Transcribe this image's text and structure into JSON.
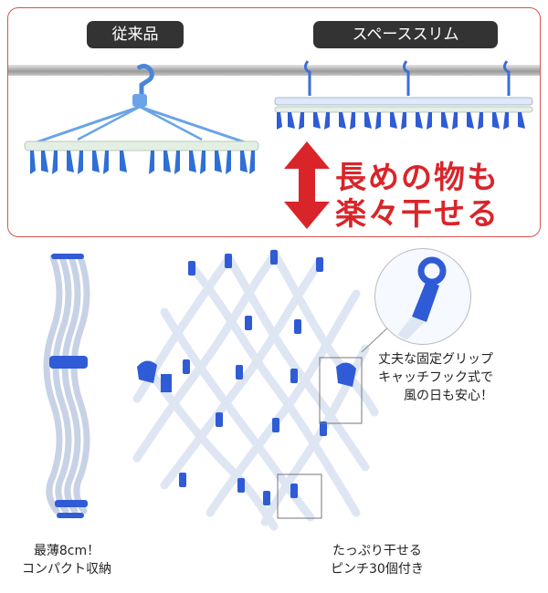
{
  "labels": {
    "conventional": "従来品",
    "space_slim": "スペーススリム"
  },
  "headline": {
    "line1": "長めの物も",
    "line2": "楽々干せる"
  },
  "captions": {
    "compact_line1": "最薄8cm！",
    "compact_line2": "コンパクト収納",
    "pins_line1": "たっぷり干せる",
    "pins_line2": "ピンチ30個付き",
    "grip_line1": "丈夫な固定グリップ",
    "grip_line2": "キャッチフック式で",
    "grip_line3": "風の日も安心！"
  },
  "colors": {
    "headline": "#d9252a",
    "border": "#d9534f",
    "tag_bg": "#333333",
    "plastic_blue": "#2f5bd6",
    "frame_white": "#e9eef8"
  },
  "icons": [
    "up-down-arrow-icon",
    "hook-icon",
    "clothespin-icon"
  ]
}
